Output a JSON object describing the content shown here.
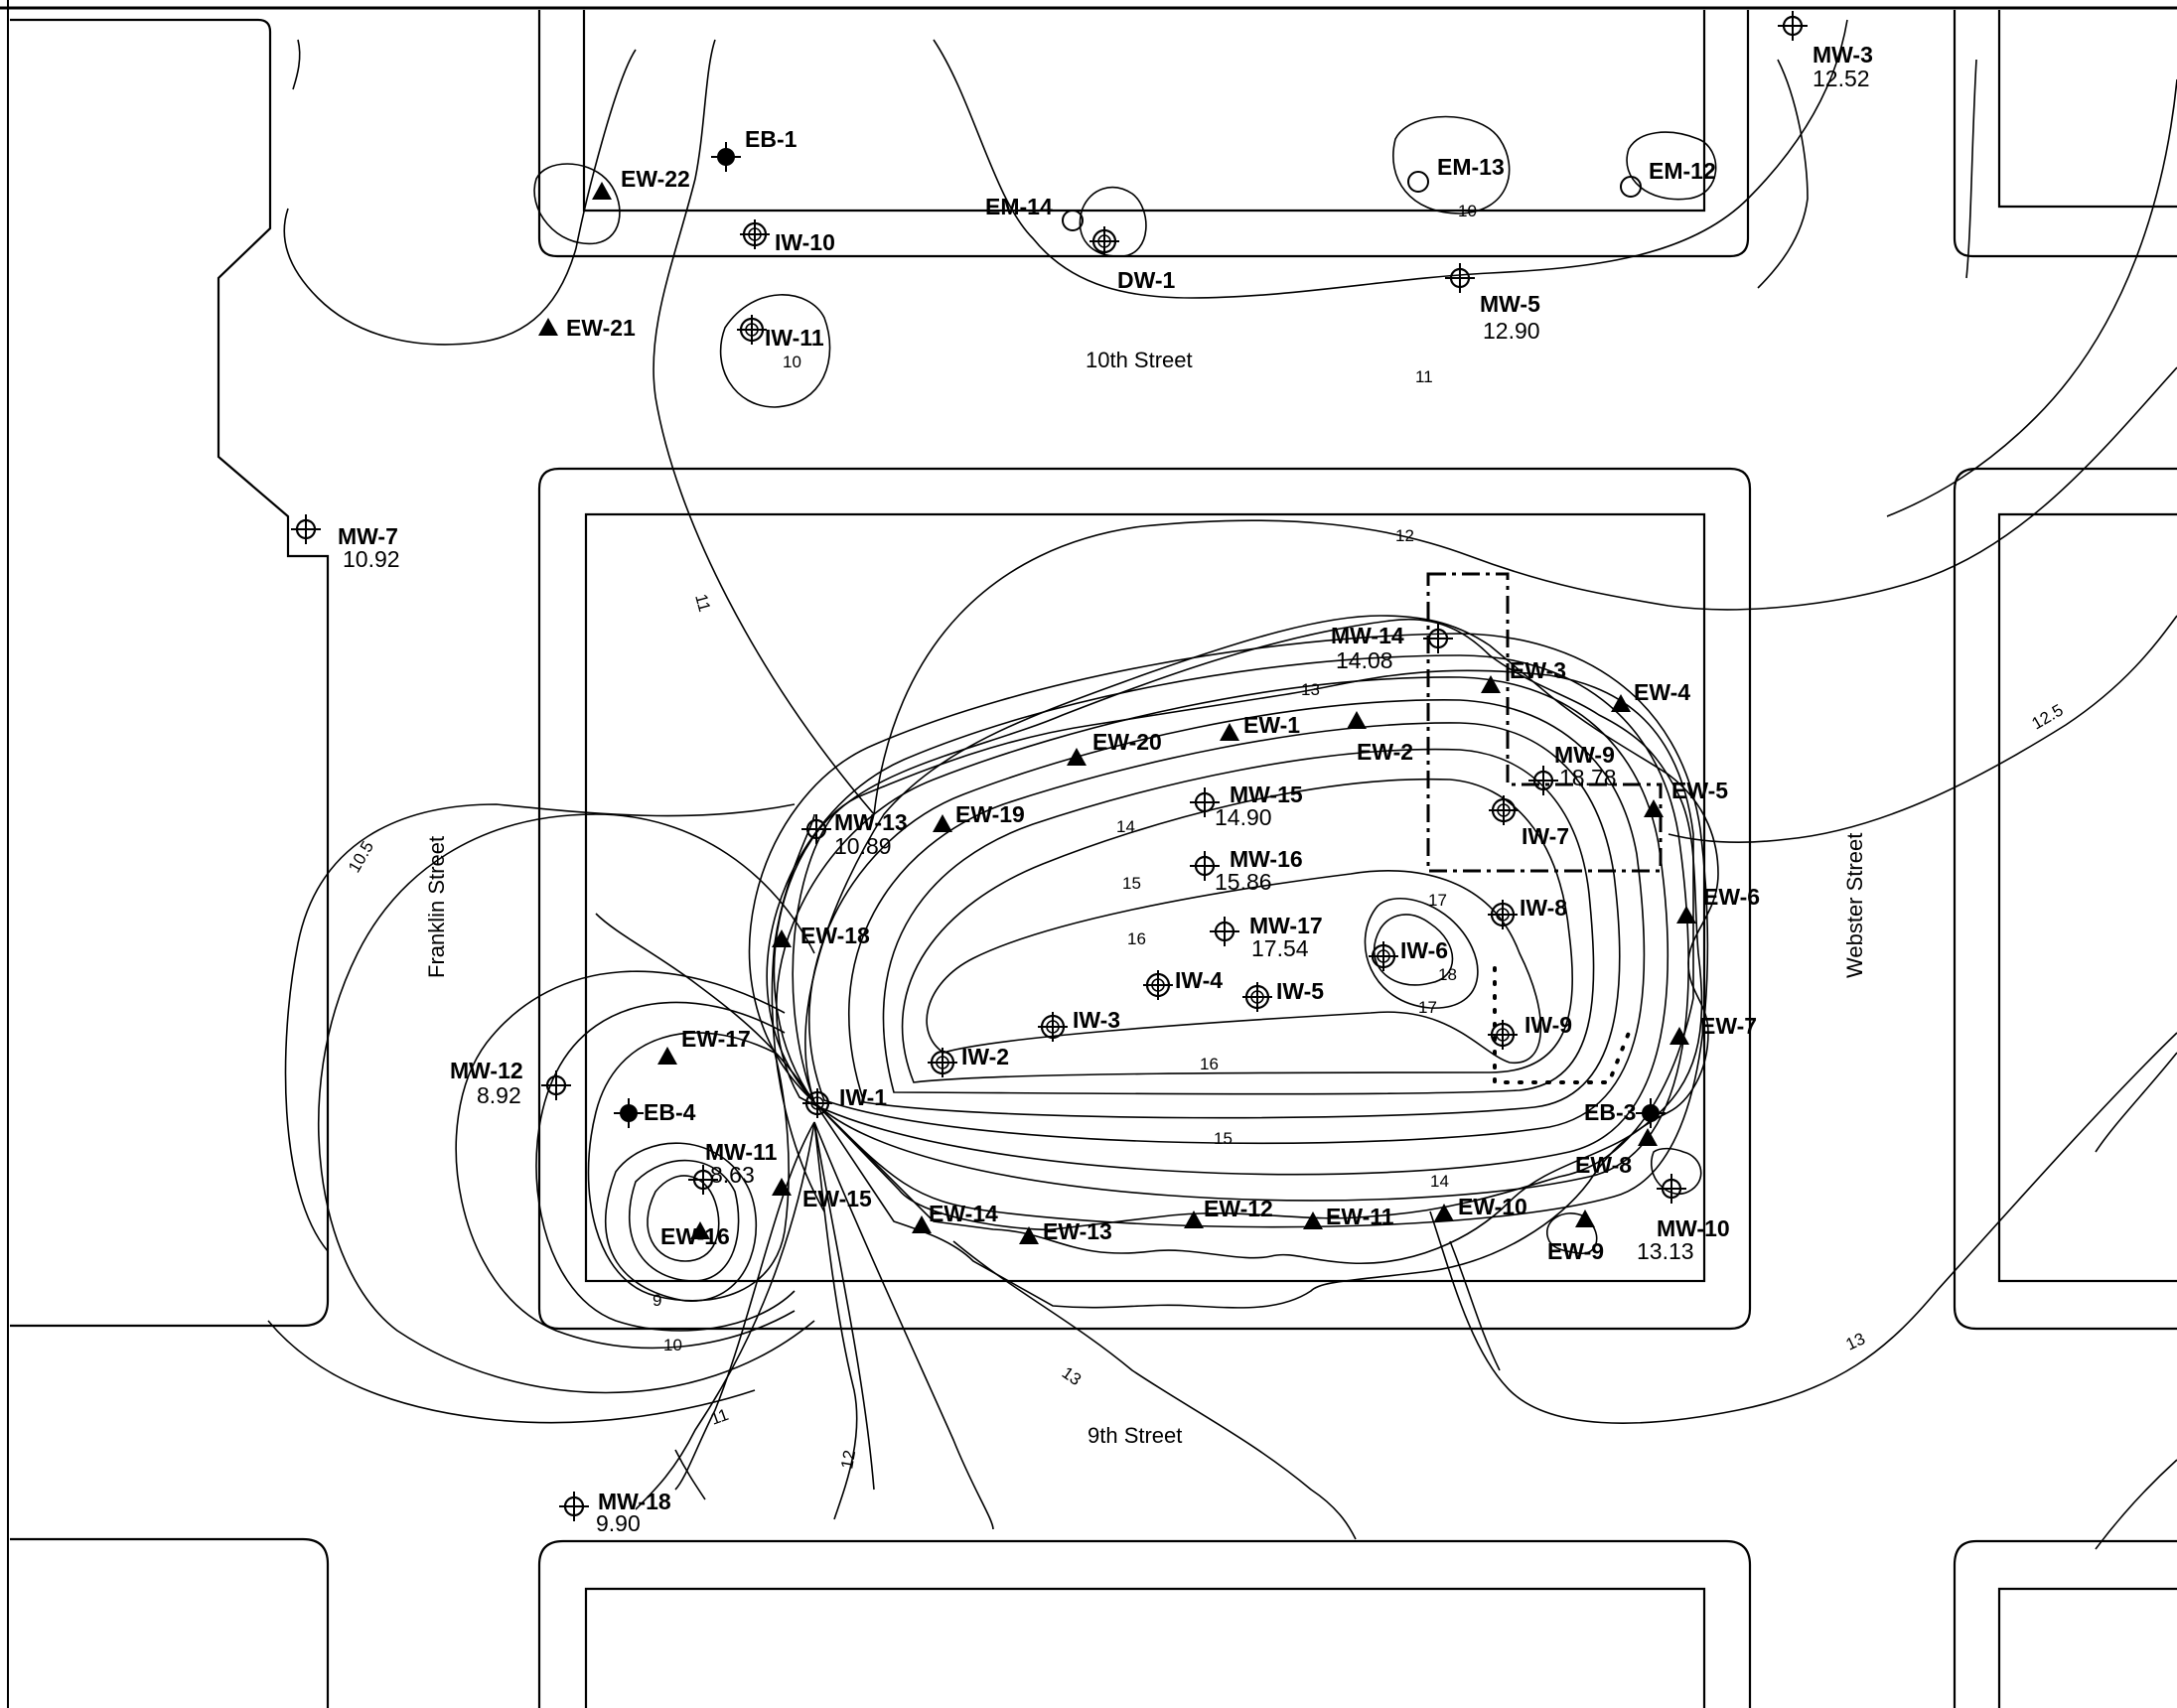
{
  "streets": {
    "tenth": "10th Street",
    "ninth": "9th Street",
    "franklin": "Franklin Street",
    "webster": "Webster Street"
  },
  "contours": [
    "9",
    "10",
    "10",
    "10",
    "10.5",
    "11",
    "11",
    "11",
    "12",
    "12",
    "12.5",
    "13",
    "13",
    "13",
    "14",
    "14",
    "15",
    "15",
    "16",
    "16",
    "17",
    "17",
    "18"
  ],
  "wells": [
    {
      "id": "MW-3",
      "value": "12.52",
      "kind": "monitoring"
    },
    {
      "id": "EB-1",
      "value": "",
      "kind": "boring"
    },
    {
      "id": "EW-22",
      "value": "",
      "kind": "extraction"
    },
    {
      "id": "IW-10",
      "value": "",
      "kind": "injection"
    },
    {
      "id": "EM-14",
      "value": "",
      "kind": "em"
    },
    {
      "id": "DW-1",
      "value": "",
      "kind": "injection"
    },
    {
      "id": "EM-13",
      "value": "",
      "kind": "em"
    },
    {
      "id": "EM-12",
      "value": "",
      "kind": "em"
    },
    {
      "id": "MW-5",
      "value": "12.90",
      "kind": "monitoring"
    },
    {
      "id": "EW-21",
      "value": "",
      "kind": "extraction"
    },
    {
      "id": "IW-11",
      "value": "",
      "kind": "injection"
    },
    {
      "id": "MW-7",
      "value": "10.92",
      "kind": "monitoring"
    },
    {
      "id": "MW-14",
      "value": "14.08",
      "kind": "monitoring"
    },
    {
      "id": "EW-3",
      "value": "",
      "kind": "extraction"
    },
    {
      "id": "EW-4",
      "value": "",
      "kind": "extraction"
    },
    {
      "id": "EW-1",
      "value": "",
      "kind": "extraction"
    },
    {
      "id": "EW-20",
      "value": "",
      "kind": "extraction"
    },
    {
      "id": "EW-2",
      "value": "",
      "kind": "extraction"
    },
    {
      "id": "MW-9",
      "value": "18.78",
      "kind": "monitoring"
    },
    {
      "id": "EW-5",
      "value": "",
      "kind": "extraction"
    },
    {
      "id": "IW-7",
      "value": "",
      "kind": "injection"
    },
    {
      "id": "MW-13",
      "value": "10.89",
      "kind": "monitoring"
    },
    {
      "id": "EW-19",
      "value": "",
      "kind": "extraction"
    },
    {
      "id": "MW-15",
      "value": "14.90",
      "kind": "monitoring"
    },
    {
      "id": "MW-16",
      "value": "15.86",
      "kind": "monitoring"
    },
    {
      "id": "EW-6",
      "value": "",
      "kind": "extraction"
    },
    {
      "id": "IW-8",
      "value": "",
      "kind": "injection"
    },
    {
      "id": "MW-17",
      "value": "17.54",
      "kind": "monitoring"
    },
    {
      "id": "EW-18",
      "value": "",
      "kind": "extraction"
    },
    {
      "id": "IW-6",
      "value": "",
      "kind": "injection"
    },
    {
      "id": "IW-4",
      "value": "",
      "kind": "injection"
    },
    {
      "id": "IW-5",
      "value": "",
      "kind": "injection"
    },
    {
      "id": "IW-3",
      "value": "",
      "kind": "injection"
    },
    {
      "id": "IW-9",
      "value": "",
      "kind": "injection"
    },
    {
      "id": "EW-7",
      "value": "",
      "kind": "extraction"
    },
    {
      "id": "EW-17",
      "value": "",
      "kind": "extraction"
    },
    {
      "id": "IW-2",
      "value": "",
      "kind": "injection"
    },
    {
      "id": "MW-12",
      "value": "8.92",
      "kind": "monitoring"
    },
    {
      "id": "IW-1",
      "value": "",
      "kind": "injection"
    },
    {
      "id": "EB-4",
      "value": "",
      "kind": "boring"
    },
    {
      "id": "EB-3",
      "value": "",
      "kind": "boring"
    },
    {
      "id": "MW-11",
      "value": "8.63",
      "kind": "monitoring"
    },
    {
      "id": "EW-8",
      "value": "",
      "kind": "extraction"
    },
    {
      "id": "EW-15",
      "value": "",
      "kind": "extraction"
    },
    {
      "id": "EW-16",
      "value": "",
      "kind": "extraction"
    },
    {
      "id": "EW-14",
      "value": "",
      "kind": "extraction"
    },
    {
      "id": "EW-13",
      "value": "",
      "kind": "extraction"
    },
    {
      "id": "EW-12",
      "value": "",
      "kind": "extraction"
    },
    {
      "id": "EW-11",
      "value": "",
      "kind": "extraction"
    },
    {
      "id": "EW-10",
      "value": "",
      "kind": "extraction"
    },
    {
      "id": "MW-10",
      "value": "13.13",
      "kind": "monitoring"
    },
    {
      "id": "EW-9",
      "value": "",
      "kind": "extraction"
    },
    {
      "id": "MW-18",
      "value": "9.90",
      "kind": "monitoring"
    }
  ]
}
